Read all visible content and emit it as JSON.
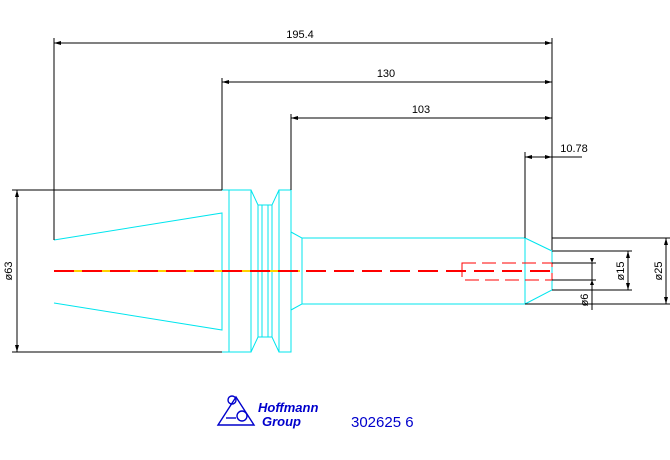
{
  "colors": {
    "outline": "#00e5ee",
    "dimension": "#000000",
    "centerline_yellow": "#ffd000",
    "centerline_red": "#ff0000",
    "logo": "#0000cc"
  },
  "dimensions": {
    "overall_length": "195.4",
    "length_from_flange": "130",
    "shank_length": "103",
    "tip_length": "10.78",
    "diameter_taper": "ø63",
    "diameter_shank": "ø25",
    "diameter_bore": "ø15",
    "diameter_pilot": "ø6"
  },
  "logo": {
    "line1": "Hoffmann",
    "line2": "Group",
    "icon": "hoffmann-group-logo-icon"
  },
  "part_number": "302625 6"
}
